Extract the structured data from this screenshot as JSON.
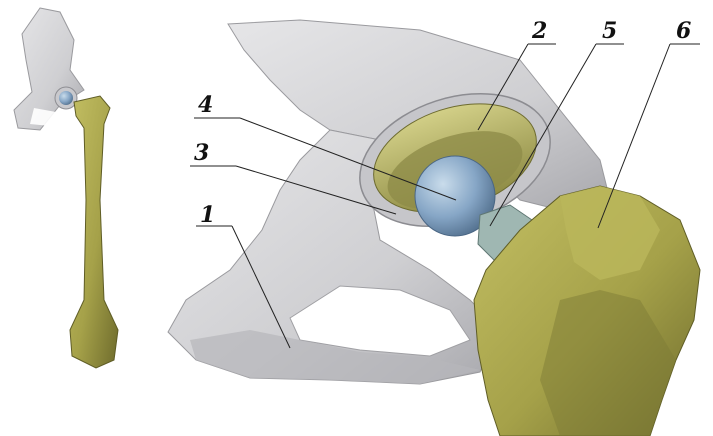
{
  "labels": [
    {
      "id": "1",
      "text": "1"
    },
    {
      "id": "2",
      "text": "2"
    },
    {
      "id": "3",
      "text": "3"
    },
    {
      "id": "4",
      "text": "4"
    },
    {
      "id": "5",
      "text": "5"
    },
    {
      "id": "6",
      "text": "6"
    }
  ],
  "colors": {
    "pelvis": "#d7d7d9",
    "pelvis_shadow": "#a9a9ad",
    "femur": "#a9a64f",
    "femur_shadow": "#6f6d2e",
    "liner": "#b8b56a",
    "cup": "#c9c9cd",
    "ball": "#7f9fc0",
    "neck": "#9fb7b2"
  }
}
